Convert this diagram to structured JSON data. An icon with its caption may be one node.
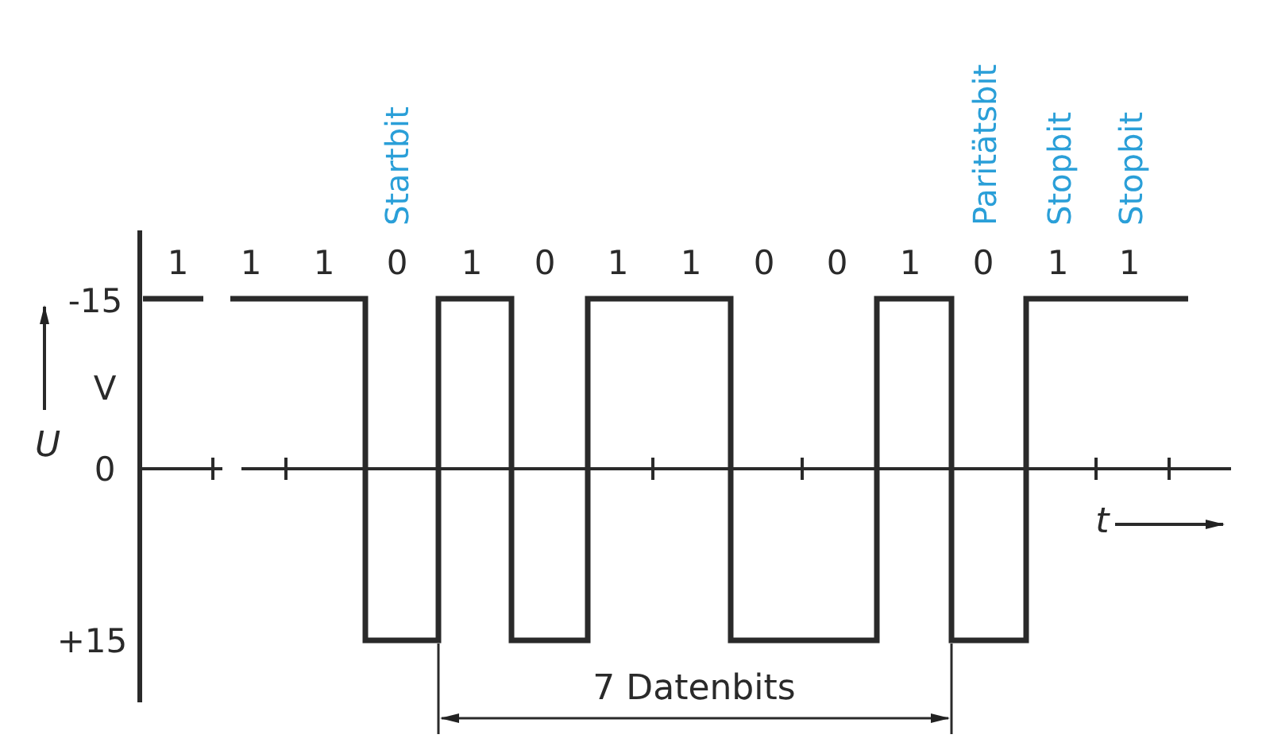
{
  "diagram": {
    "labels": [
      "Startbit",
      "Paritätsbit",
      "Stopbit",
      "Stopbit",
      "1",
      "1",
      "1",
      "0",
      "1",
      "0",
      "1",
      "1",
      "0",
      "0",
      "1",
      "0",
      "1",
      "1",
      "-15",
      "V",
      "U",
      "0",
      "t",
      "+15",
      "7 Datenbits"
    ]
  }
}
